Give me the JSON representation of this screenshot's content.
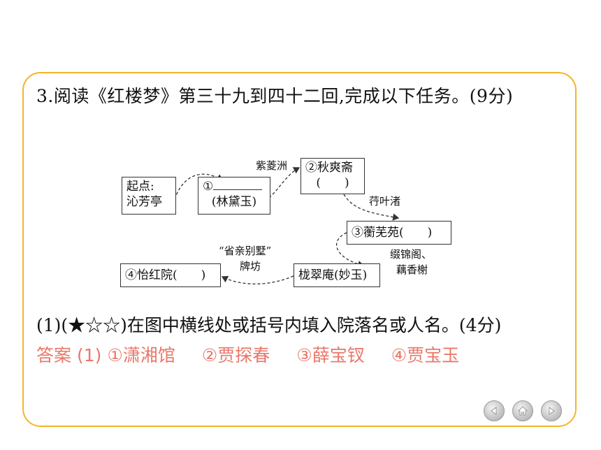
{
  "question": {
    "title": "3.阅读《红楼梦》第三十九到四十二回,完成以下任务。(9分)"
  },
  "diagram": {
    "start_line1": "起点:",
    "start_line2": "沁芳亭",
    "node1_line1": "①",
    "node1_line2": "(林黛玉)",
    "node2_line1": "②秋爽斋",
    "node2_line2": "(　　)",
    "node3": "③蘅芜苑(　　)",
    "node4": "栊翠庵(妙玉)",
    "node5": "④怡红院(　　)",
    "label_a": "紫菱洲",
    "label_b": "荇叶渚",
    "label_c1": "缀锦阁、",
    "label_c2": "藕香榭",
    "label_d1": "“省亲别墅”",
    "label_d2": "牌坊"
  },
  "subquestion": "(1)(★☆☆)在图中横线处或括号内填入院落名或人名。(4分)",
  "answer": {
    "label": "答案",
    "prefix": "(1)",
    "a1": "①潇湘馆",
    "a2": "②贾探春",
    "a3": "③薛宝钗",
    "a4": "④贾宝玉"
  },
  "nav": {
    "prev_icon": "arrow-left-icon",
    "home_icon": "home-icon",
    "next_icon": "arrow-right-icon"
  }
}
